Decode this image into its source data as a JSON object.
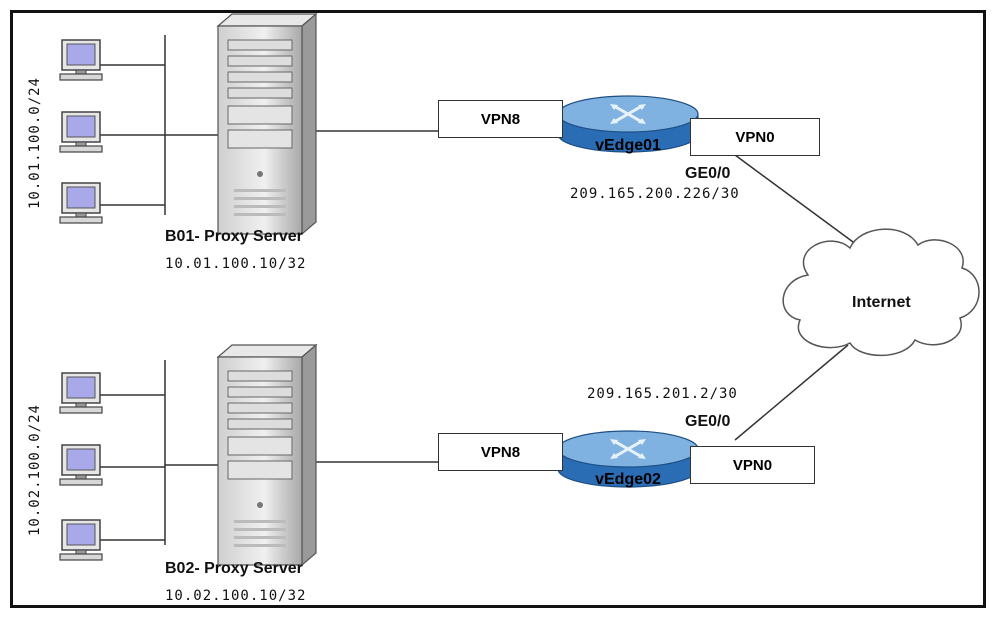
{
  "site1": {
    "subnet": "10.01.100.0/24",
    "server_name": "B01- Proxy Server",
    "server_ip": "10.01.100.10/32",
    "service_vpn": "VPN8",
    "router": "vEdge01",
    "transport_vpn": "VPN0",
    "interface": "GE0/0",
    "wan_ip": "209.165.200.226/30"
  },
  "site2": {
    "subnet": "10.02.100.0/24",
    "server_name": "B02- Proxy Server",
    "server_ip": "10.02.100.10/32",
    "service_vpn": "VPN8",
    "router": "vEdge02",
    "transport_vpn": "VPN0",
    "interface": "GE0/0",
    "wan_ip": "209.165.201.2/30"
  },
  "cloud": {
    "label": "Internet"
  },
  "icons": {
    "workstation": "desktop-computer-icon",
    "server": "tower-server-icon",
    "router": "router-icon",
    "cloud": "cloud-icon"
  },
  "colors": {
    "router_fill": "#2a6db5",
    "router_top": "#7fb2e0",
    "monitor_screen": "#a9a8e8"
  }
}
